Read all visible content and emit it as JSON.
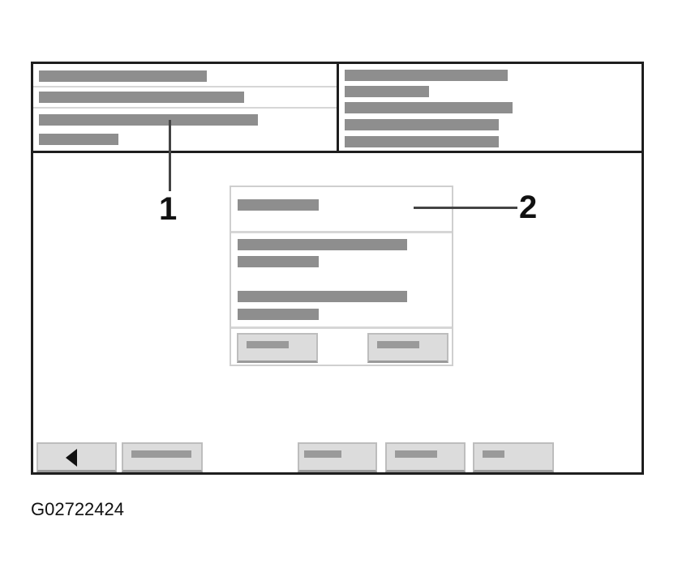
{
  "callouts": {
    "one": "1",
    "two": "2"
  },
  "figure_id": "G02722424",
  "colors": {
    "frame": "#1e1e1e",
    "placeholder_bar": "#8e8e8e",
    "button_face": "#dcdcdc",
    "divider": "#d6d6d6"
  },
  "icons": {
    "back_button": "left-triangle-arrow"
  }
}
